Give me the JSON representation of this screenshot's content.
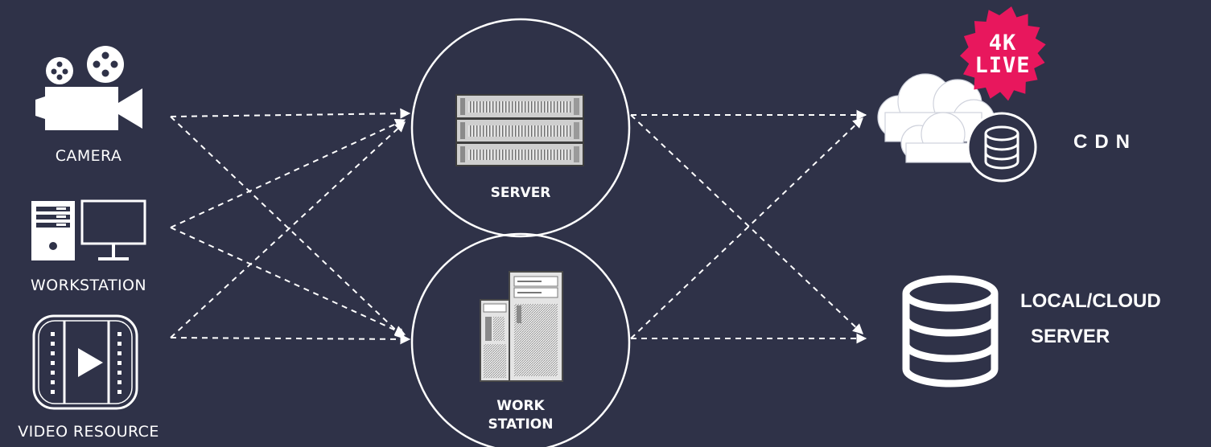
{
  "sources": {
    "camera": {
      "label": "CAMERA"
    },
    "workstation": {
      "label": "WORKSTATION"
    },
    "video_resource": {
      "label": "VIDEO RESOURCE"
    }
  },
  "hubs": {
    "server": {
      "label": "SERVER"
    },
    "workstation": {
      "label_line1": "WORK",
      "label_line2": "STATION"
    }
  },
  "destinations": {
    "cdn": {
      "label": "CDN",
      "badge_line1": "4K",
      "badge_line2": "LIVE"
    },
    "storage": {
      "label_line1": "LOCAL/CLOUD",
      "label_line2": "SERVER"
    }
  },
  "colors": {
    "background": "#2f3248",
    "foreground": "#ffffff",
    "badge": "#e8175d"
  },
  "connections": [
    {
      "from": "camera",
      "to": "server"
    },
    {
      "from": "camera",
      "to": "workstation-hub"
    },
    {
      "from": "workstation",
      "to": "server"
    },
    {
      "from": "workstation",
      "to": "workstation-hub"
    },
    {
      "from": "video-resource",
      "to": "server"
    },
    {
      "from": "video-resource",
      "to": "workstation-hub"
    },
    {
      "from": "server",
      "to": "cdn"
    },
    {
      "from": "server",
      "to": "local-cloud-server"
    },
    {
      "from": "workstation-hub",
      "to": "cdn"
    },
    {
      "from": "workstation-hub",
      "to": "local-cloud-server"
    }
  ]
}
